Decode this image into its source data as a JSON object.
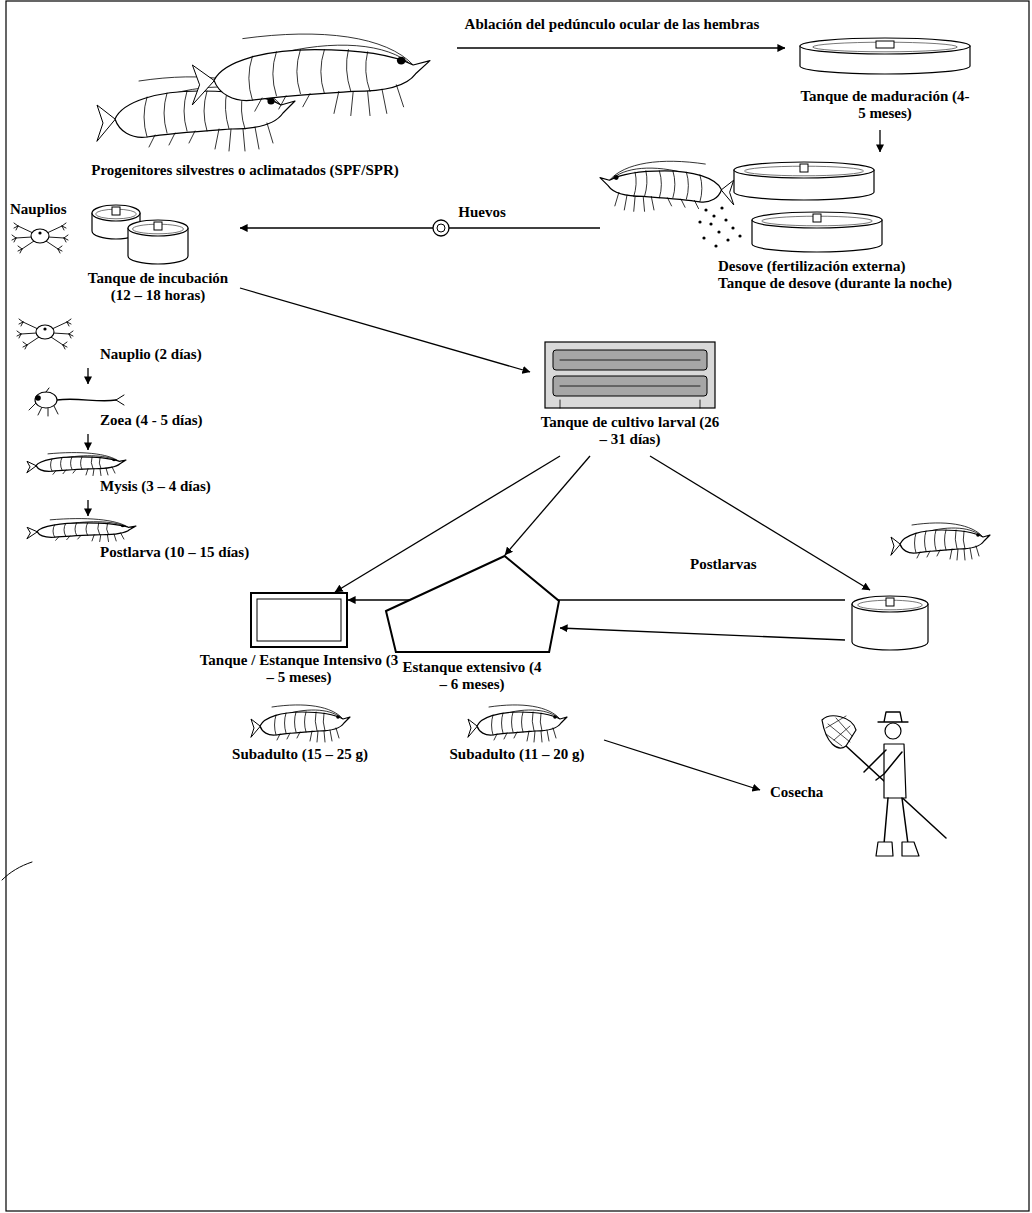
{
  "diagram": {
    "nodes": [
      {
        "text": [
          "Progenitores silvestres o aclimatados (SPF/SPR)"
        ]
      },
      {
        "text": [
          "Tanque de maduración (4-5 meses)"
        ]
      },
      {
        "text": [
          "Desove (fertilización externa)",
          "Tanque de desove (durante la noche)"
        ]
      },
      {
        "text": [
          "Tanque de incubación (12 – 18 horas)"
        ]
      },
      {
        "text": [
          "Nauplio (2 días)"
        ]
      },
      {
        "text": [
          "Zoea (4 - 5 días)"
        ]
      },
      {
        "text": [
          "Mysis (3 – 4 días)"
        ]
      },
      {
        "text": [
          "Postlarva (10 – 15 días)"
        ]
      },
      {
        "text": [
          "Tanque de cultivo larval (26 – 31 días)"
        ]
      },
      {
        "text": [
          "Tanque / Estanque Intensivo (3 – 5 meses)"
        ]
      },
      {
        "text": [
          "Estanque extensivo (4 – 6 meses)"
        ]
      },
      {
        "text": [
          "Postlarvas"
        ]
      },
      {
        "text": [
          "Subadulto (15 – 25 g)"
        ]
      },
      {
        "text": [
          "Subadulto (11 – 20 g)"
        ]
      },
      {
        "text": [
          "Cosecha"
        ]
      }
    ],
    "edges": [
      {
        "from": 0,
        "to": 1,
        "arrow": "to",
        "label": "Ablación del pedúnculo ocular de las hembras"
      },
      {
        "from": 1,
        "to": 2,
        "arrow": "to"
      },
      {
        "from": 2,
        "to": 3,
        "arrow": "to",
        "label": "Huevos"
      },
      {
        "from": 3,
        "to": 8,
        "arrow": "to"
      },
      {
        "from": 4,
        "to": 5,
        "arrow": "to"
      },
      {
        "from": 5,
        "to": 6,
        "arrow": "to"
      },
      {
        "from": 6,
        "to": 7,
        "arrow": "to"
      },
      {
        "from": 8,
        "to": 9,
        "arrow": "to"
      },
      {
        "from": 8,
        "to": 10,
        "arrow": "to"
      },
      {
        "from": 8,
        "to": 11,
        "arrow": "to"
      },
      {
        "from": 11,
        "to": 9,
        "arrow": "to"
      },
      {
        "from": 11,
        "to": 10,
        "arrow": "to"
      },
      {
        "from": 13,
        "to": 14,
        "arrow": "to"
      }
    ],
    "labels": [
      "Nauplios"
    ]
  }
}
